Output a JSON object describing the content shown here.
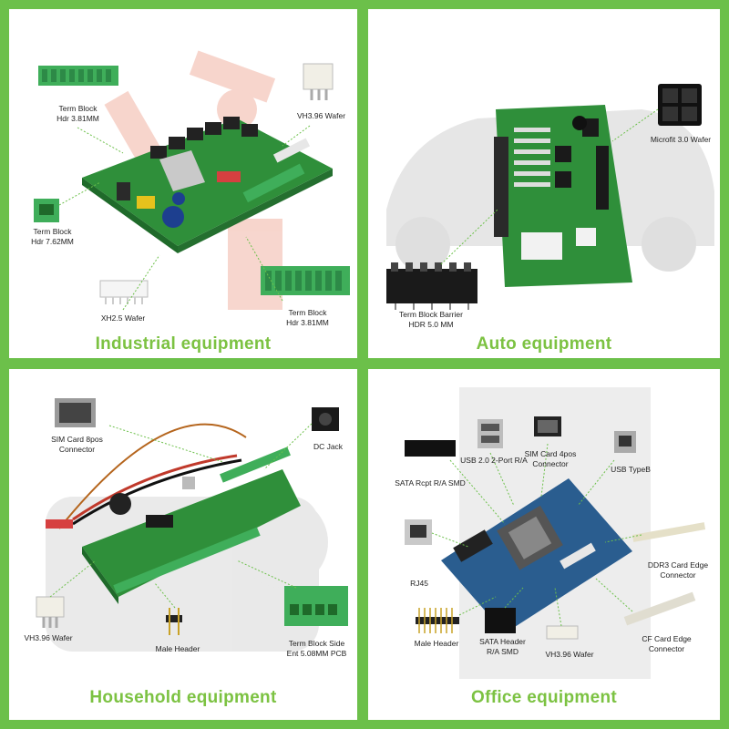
{
  "panels": [
    {
      "title": "Industrial equipment",
      "labels": {
        "a": [
          "Term Block",
          "Hdr 3.81MM"
        ],
        "b": [
          "VH3.96 Wafer"
        ],
        "c": [
          "Term Block",
          "Hdr 7.62MM"
        ],
        "d": [
          "XH2.5 Wafer"
        ],
        "e": [
          "Term Block",
          "Hdr 3.81MM"
        ]
      }
    },
    {
      "title": "Auto equipment",
      "labels": {
        "a": [
          "Microfit 3.0 Wafer"
        ],
        "b": [
          "Term Block Barrier",
          "HDR 5.0 MM"
        ]
      }
    },
    {
      "title": "Household equipment",
      "labels": {
        "a": [
          "SIM Card 8pos",
          "Connector"
        ],
        "b": [
          "DC Jack"
        ],
        "c": [
          "VH3.96 Wafer"
        ],
        "d": [
          "Male Header"
        ],
        "e": [
          "Term Block Side",
          "Ent 5.08MM PCB"
        ]
      }
    },
    {
      "title": "Office equipment",
      "labels": {
        "a": [
          "USB 2.0 2-Port R/A"
        ],
        "b": [
          "SIM Card 4pos",
          "Connector"
        ],
        "c": [
          "USB TypeB"
        ],
        "d": [
          "SATA Rcpt R/A SMD"
        ],
        "e": [
          "RJ45"
        ],
        "f": [
          "DDR3 Card Edge",
          "Connector"
        ],
        "g": [
          "CF Card Edge",
          "Connector"
        ],
        "h": [
          "Male Header"
        ],
        "i": [
          "SATA Header",
          "R/A SMD"
        ],
        "j": [
          "VH3.96 Wafer"
        ]
      }
    }
  ],
  "colors": {
    "border": "#6cc04a",
    "caption": "#7cc242",
    "pcb": "#2f8f3a",
    "terminal": "#3fae5a"
  }
}
